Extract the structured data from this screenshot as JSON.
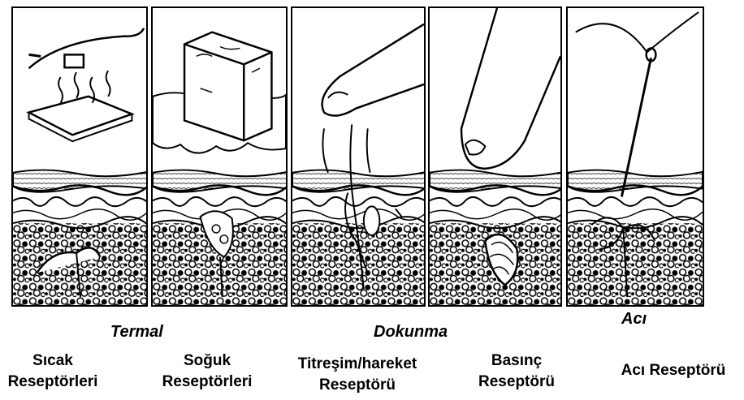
{
  "groups": {
    "thermal": "Termal",
    "touch": "Dokunma",
    "pain": "Acı"
  },
  "receptors": [
    {
      "line1": "Sıcak",
      "line2": "Reseptörleri"
    },
    {
      "line1": "Soğuk",
      "line2": "Reseptörleri"
    },
    {
      "line1": "Titreşim/hareket",
      "line2": "Reseptörü"
    },
    {
      "line1": "Basınç",
      "line2": "Reseptörü"
    },
    {
      "line1": "Acı Reseptörü",
      "line2": ""
    }
  ]
}
